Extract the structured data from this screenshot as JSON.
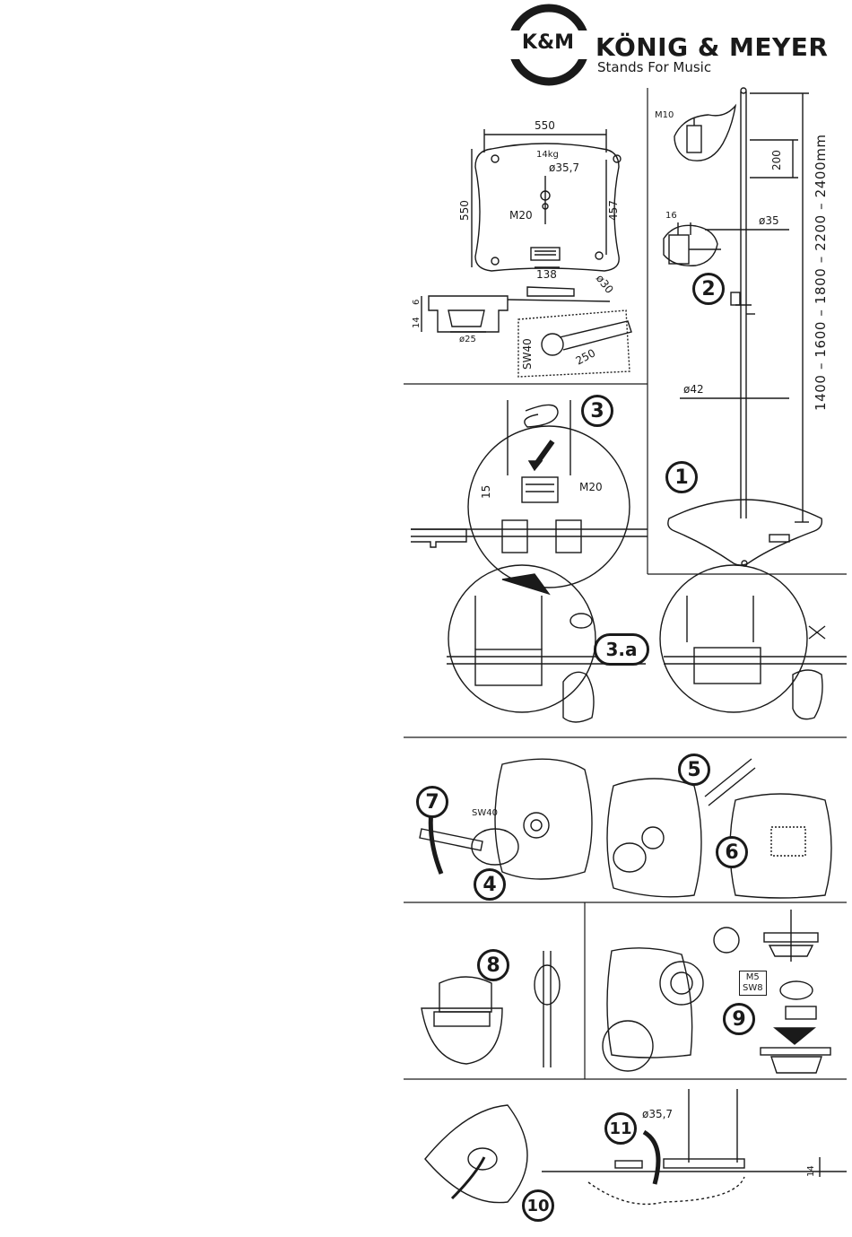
{
  "header": {
    "logo_text": "K&M",
    "brand_name": "KÖNIG & MEYER",
    "tagline": "Stands For Music"
  },
  "dimensions": {
    "base_width": "550",
    "base_depth": "550",
    "weight": "14kg",
    "bore_diameter": "ø35,7",
    "thread_base": "M20",
    "hole_distance": "457",
    "handle_width": "138",
    "foot_diameter": "ø30",
    "section_h1": "14",
    "section_h2": "6",
    "foot_inner": "ø25",
    "wrench_size": "SW40",
    "wrench_length": "250",
    "thread_top": "M10",
    "hole_spacing": "200",
    "knob_size": "16",
    "tube_upper": "ø35",
    "tube_lower": "ø42",
    "height_range": "1400 – 1600 – 1800 – 2200 – 2400mm",
    "thread_length": "15",
    "thread_pin": "M20",
    "screw_label_1": "M5",
    "screw_label_2": "SW8",
    "bore_diameter_2": "ø35,7",
    "plate_height": "14"
  },
  "steps": [
    "1",
    "2",
    "3",
    "3.a",
    "4",
    "5",
    "6",
    "7",
    "8",
    "9",
    "10",
    "11"
  ],
  "wrench_label_step4": "SW40",
  "colors": {
    "line": "#1a1a1a",
    "background": "#ffffff"
  }
}
